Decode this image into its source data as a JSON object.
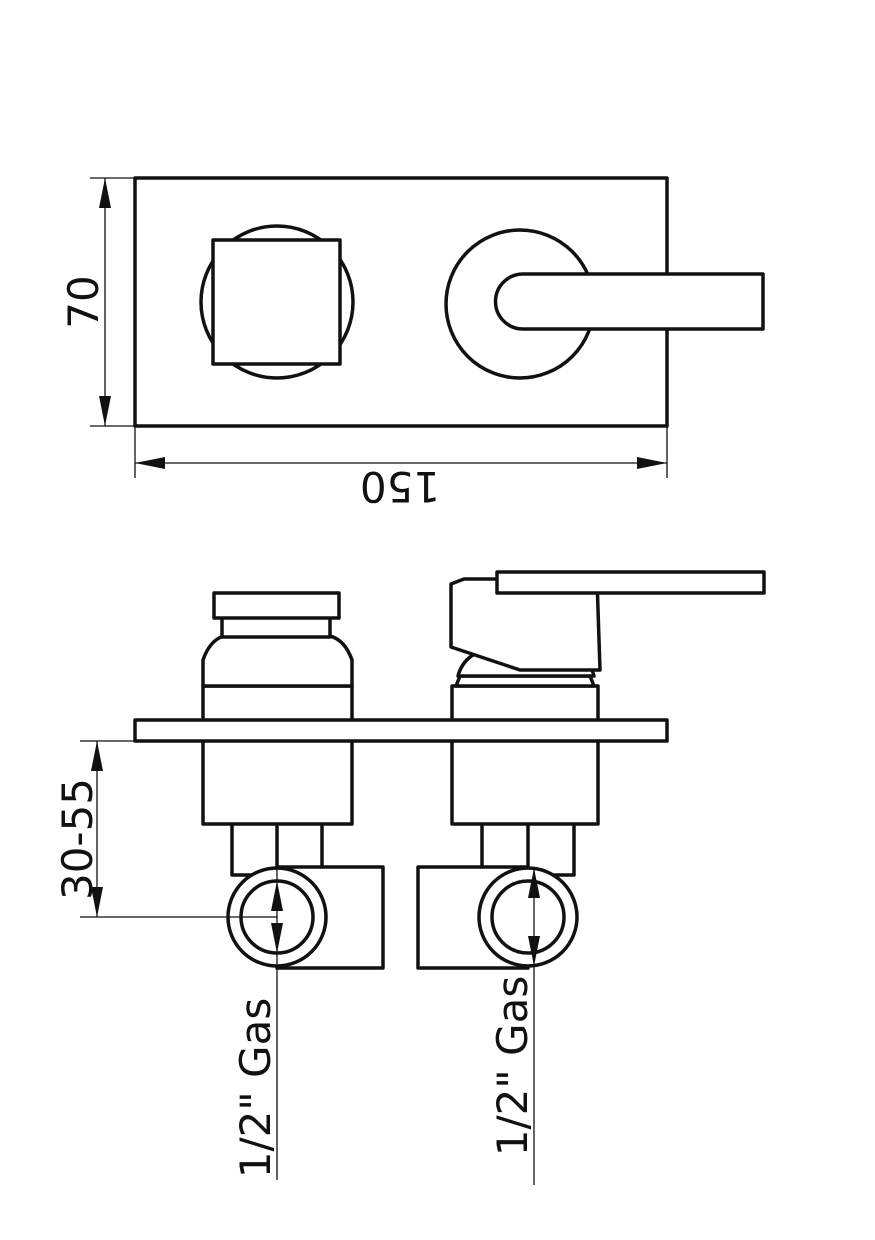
{
  "dimensions": {
    "height": "70",
    "width": "150",
    "wall_depth": "30-55",
    "connection_left": "1/2\" Gas",
    "connection_right": "1/2\" Gas"
  },
  "colors": {
    "line": "#111111",
    "background": "#ffffff"
  }
}
